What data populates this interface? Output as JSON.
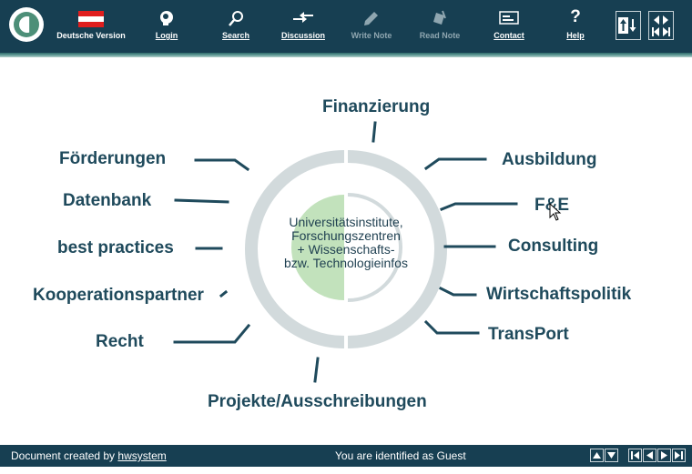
{
  "toolbar": {
    "language": {
      "label": "Deutsche Version"
    },
    "items": [
      {
        "label": "Login",
        "icon": "login-icon",
        "enabled": true
      },
      {
        "label": "Search",
        "icon": "search-icon",
        "enabled": true
      },
      {
        "label": "Discussion",
        "icon": "discussion-icon",
        "enabled": true
      },
      {
        "label": "Write Note",
        "icon": "write-note-icon",
        "enabled": false
      },
      {
        "label": "Read Note",
        "icon": "read-note-icon",
        "enabled": false
      },
      {
        "label": "Contact",
        "icon": "contact-icon",
        "enabled": true
      },
      {
        "label": "Help",
        "icon": "help-icon",
        "enabled": true
      }
    ]
  },
  "diagram": {
    "center_lines": [
      "Universitätsinstitute,",
      "Forschungszentren",
      "+ Wissenschafts-",
      "bzw. Technologieinfos"
    ],
    "topics": {
      "finanzierung": "Finanzierung",
      "foerderungen": "Förderungen",
      "datenbank": "Datenbank",
      "best_practices": "best practices",
      "kooperationspartner": "Kooperationspartner",
      "recht": "Recht",
      "projekte": "Projekte/Ausschreibungen",
      "ausbildung": "Ausbildung",
      "fe": "F&E",
      "consulting": "Consulting",
      "wirtschaftspolitik": "Wirtschaftspolitik",
      "transport": "TransPort"
    }
  },
  "statusbar": {
    "created_prefix": "Document created by",
    "created_link": "hwsystem",
    "identity": "You are identified as Guest"
  },
  "colors": {
    "bar": "#173f52",
    "topic_text": "#1f4a5c",
    "ring": "#d2dadc",
    "ring_green": "#c2e2bc"
  }
}
